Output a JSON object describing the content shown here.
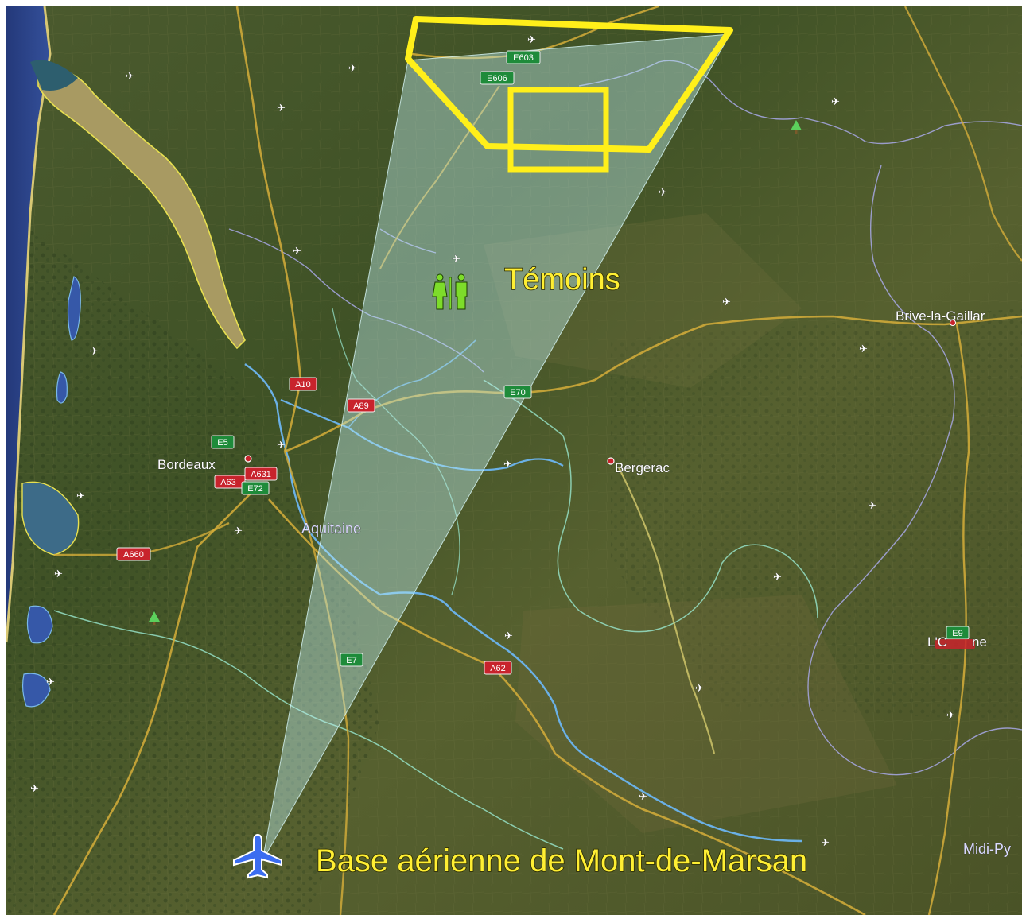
{
  "map": {
    "witness_label": "Témoins",
    "base_label": "Base aérienne de Mont-de-Marsan",
    "cities": [
      {
        "id": "bordeaux",
        "label": "Bordeaux"
      },
      {
        "id": "bergerac",
        "label": "Bergerac"
      },
      {
        "id": "brive",
        "label": "Brive-la-Gaillar"
      },
      {
        "id": "lazarche",
        "label": "L'C"
      },
      {
        "id": "lazarche2",
        "label": "ne"
      }
    ],
    "regions": [
      {
        "id": "aquitaine",
        "label": "Aquitaine"
      },
      {
        "id": "midipy",
        "label": "Midi-Py"
      }
    ],
    "road_shields": [
      {
        "id": "e603",
        "label": "E603",
        "kind": "euro"
      },
      {
        "id": "e606",
        "label": "E606",
        "kind": "euro"
      },
      {
        "id": "a10",
        "label": "A10",
        "kind": "autoroute"
      },
      {
        "id": "a89",
        "label": "A89",
        "kind": "autoroute"
      },
      {
        "id": "e70",
        "label": "E70",
        "kind": "euro"
      },
      {
        "id": "e5",
        "label": "E5",
        "kind": "euro"
      },
      {
        "id": "a631",
        "label": "A631",
        "kind": "autoroute"
      },
      {
        "id": "a63",
        "label": "A63",
        "kind": "autoroute"
      },
      {
        "id": "e72",
        "label": "E72",
        "kind": "euro"
      },
      {
        "id": "a660",
        "label": "A660",
        "kind": "autoroute"
      },
      {
        "id": "e7",
        "label": "E7",
        "kind": "euro"
      },
      {
        "id": "a62",
        "label": "A62",
        "kind": "autoroute"
      },
      {
        "id": "e9",
        "label": "E9",
        "kind": "euro"
      }
    ],
    "colors": {
      "autoroute": "#c8232c",
      "euro": "#1e8b3a",
      "search_zone": "#ffef1a",
      "cone": "#bfeff0",
      "witness_icon": "#7ddc2a",
      "base_plane_icon": "#3b6df0"
    },
    "icons": {
      "witness": "witness-people-icon",
      "base": "airplane-icon",
      "airfield": "small-plane-icon",
      "park": "tree-icon"
    }
  }
}
